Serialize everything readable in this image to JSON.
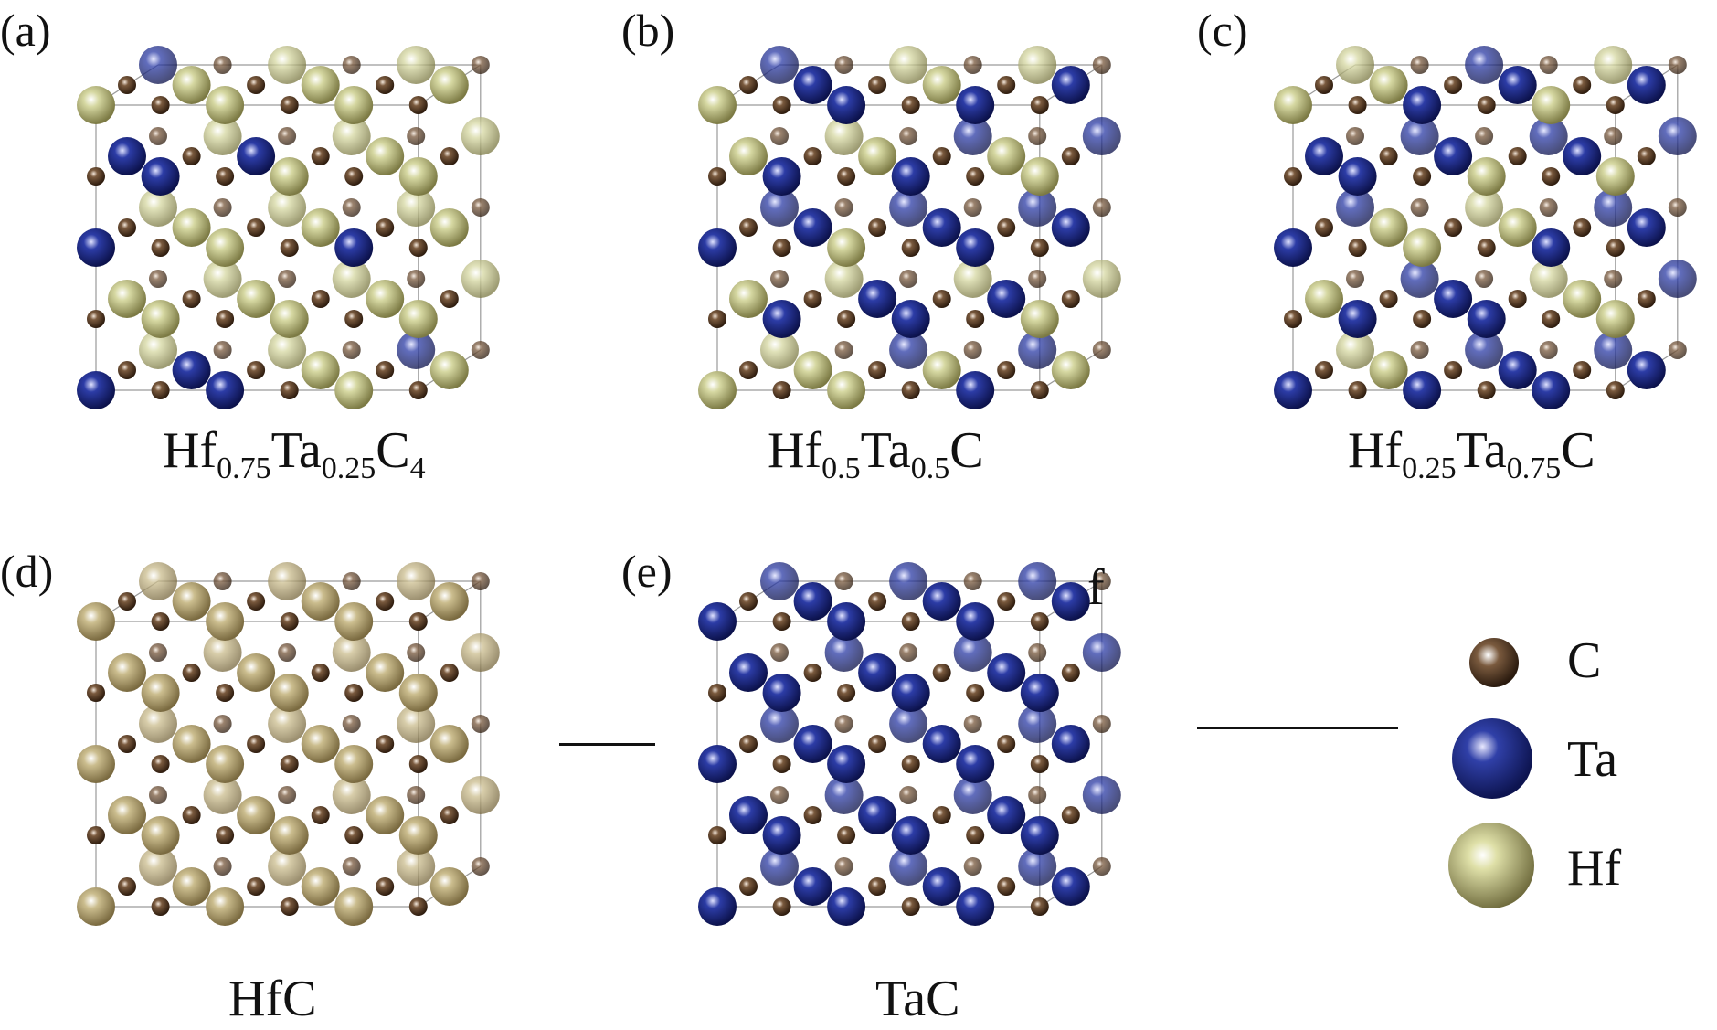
{
  "colors": {
    "carbon": "#6b4a2e",
    "tantalum": "#1a2a8a",
    "hafnium_light": "#c9cc92",
    "hafnium_dark": "#8f8a55",
    "hafnium_pure": "#b3a57a",
    "cell_edge": "#9a9a9a"
  },
  "panels": [
    {
      "id": "a",
      "label": "(a)",
      "title_parts": [
        [
          "Hf",
          ""
        ],
        [
          "0.75",
          "sub"
        ],
        [
          "Ta",
          ""
        ],
        [
          "0.25",
          "sub"
        ],
        [
          "C",
          ""
        ],
        [
          "4",
          "sub"
        ]
      ],
      "ta_fraction": 0.25
    },
    {
      "id": "b",
      "label": "(b)",
      "title_parts": [
        [
          "Hf",
          ""
        ],
        [
          "0.5",
          "sub"
        ],
        [
          "Ta",
          ""
        ],
        [
          "0.5",
          "sub"
        ],
        [
          "C",
          ""
        ]
      ],
      "ta_fraction": 0.5
    },
    {
      "id": "c",
      "label": "(c)",
      "title_parts": [
        [
          "Hf",
          ""
        ],
        [
          "0.25",
          "sub"
        ],
        [
          "Ta",
          ""
        ],
        [
          "0.75",
          "sub"
        ],
        [
          "C",
          ""
        ]
      ],
      "ta_fraction": 0.75
    },
    {
      "id": "d",
      "label": "(d)",
      "title_parts": [
        [
          "HfC",
          ""
        ]
      ],
      "ta_fraction": 0.0
    },
    {
      "id": "e",
      "label": "(e)",
      "title_parts": [
        [
          "TaC",
          ""
        ]
      ],
      "ta_fraction": 1.0
    }
  ],
  "stray_char": "f",
  "legend": [
    {
      "label": "C",
      "icon": "carbon-atom-icon"
    },
    {
      "label": "Ta",
      "icon": "tantalum-atom-icon"
    },
    {
      "label": "Hf",
      "icon": "hafnium-atom-icon"
    }
  ]
}
